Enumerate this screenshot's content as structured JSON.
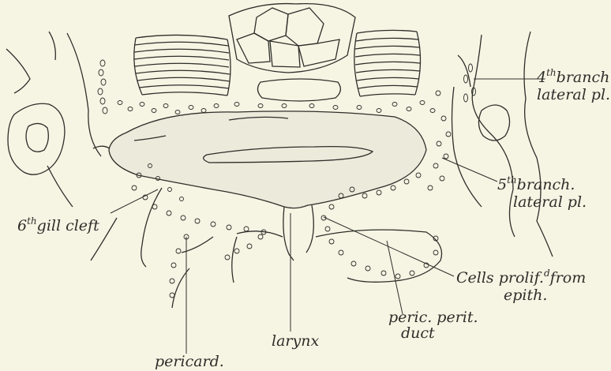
{
  "labels": {
    "branch4_line1_prefix": "4",
    "branch4_line1_sup": "th",
    "branch4_line1_rest": "branch.",
    "branch4_line2": "lateral pl.",
    "branch5_line1_prefix": "5",
    "branch5_line1_sup": "th",
    "branch5_line1_rest": "branch.",
    "branch5_line2": "lateral pl.",
    "gill_prefix": "6",
    "gill_sup": "th",
    "gill_rest": "gill cleft",
    "cells_line1": "Cells prolif.",
    "cells_sup": "d",
    "cells_line1_rest": "from",
    "cells_line2": "epith.",
    "peric_line1": "peric. perit.",
    "peric_line2": "duct",
    "larynx": "larynx",
    "pericard": "pericard."
  },
  "colors": {
    "background": "#f6f5e4",
    "ink": "#2e2e2a",
    "tissue": "#eceadb"
  }
}
